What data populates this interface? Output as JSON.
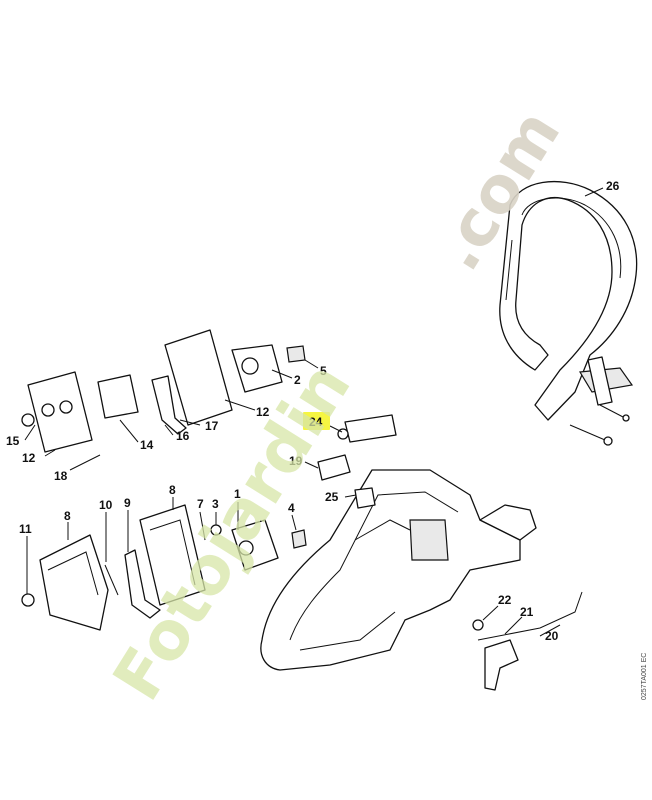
{
  "diagram": {
    "highlight_color": "#f5f542",
    "callouts": [
      {
        "id": "c1",
        "label": "1"
      },
      {
        "id": "c2",
        "label": "2"
      },
      {
        "id": "c3",
        "label": "3"
      },
      {
        "id": "c4",
        "label": "4"
      },
      {
        "id": "c5",
        "label": "5"
      },
      {
        "id": "c7",
        "label": "7"
      },
      {
        "id": "c8a",
        "label": "8"
      },
      {
        "id": "c8b",
        "label": "8"
      },
      {
        "id": "c9",
        "label": "9"
      },
      {
        "id": "c10",
        "label": "10"
      },
      {
        "id": "c11",
        "label": "11"
      },
      {
        "id": "c12a",
        "label": "12"
      },
      {
        "id": "c12b",
        "label": "12"
      },
      {
        "id": "c14",
        "label": "14"
      },
      {
        "id": "c15",
        "label": "15"
      },
      {
        "id": "c16",
        "label": "16"
      },
      {
        "id": "c17",
        "label": "17"
      },
      {
        "id": "c18",
        "label": "18"
      },
      {
        "id": "c19",
        "label": "19"
      },
      {
        "id": "c20",
        "label": "20"
      },
      {
        "id": "c21",
        "label": "21"
      },
      {
        "id": "c22",
        "label": "22"
      },
      {
        "id": "c24",
        "label": "24",
        "highlighted": true
      },
      {
        "id": "c25",
        "label": "25"
      },
      {
        "id": "c26",
        "label": "26"
      }
    ],
    "drawing_code": "0257TA001 EC"
  },
  "watermark": {
    "main": "Fotojardin",
    "suffix": ".com",
    "color_main": "#c8de88",
    "color_suffix": "#cfc6b6"
  }
}
